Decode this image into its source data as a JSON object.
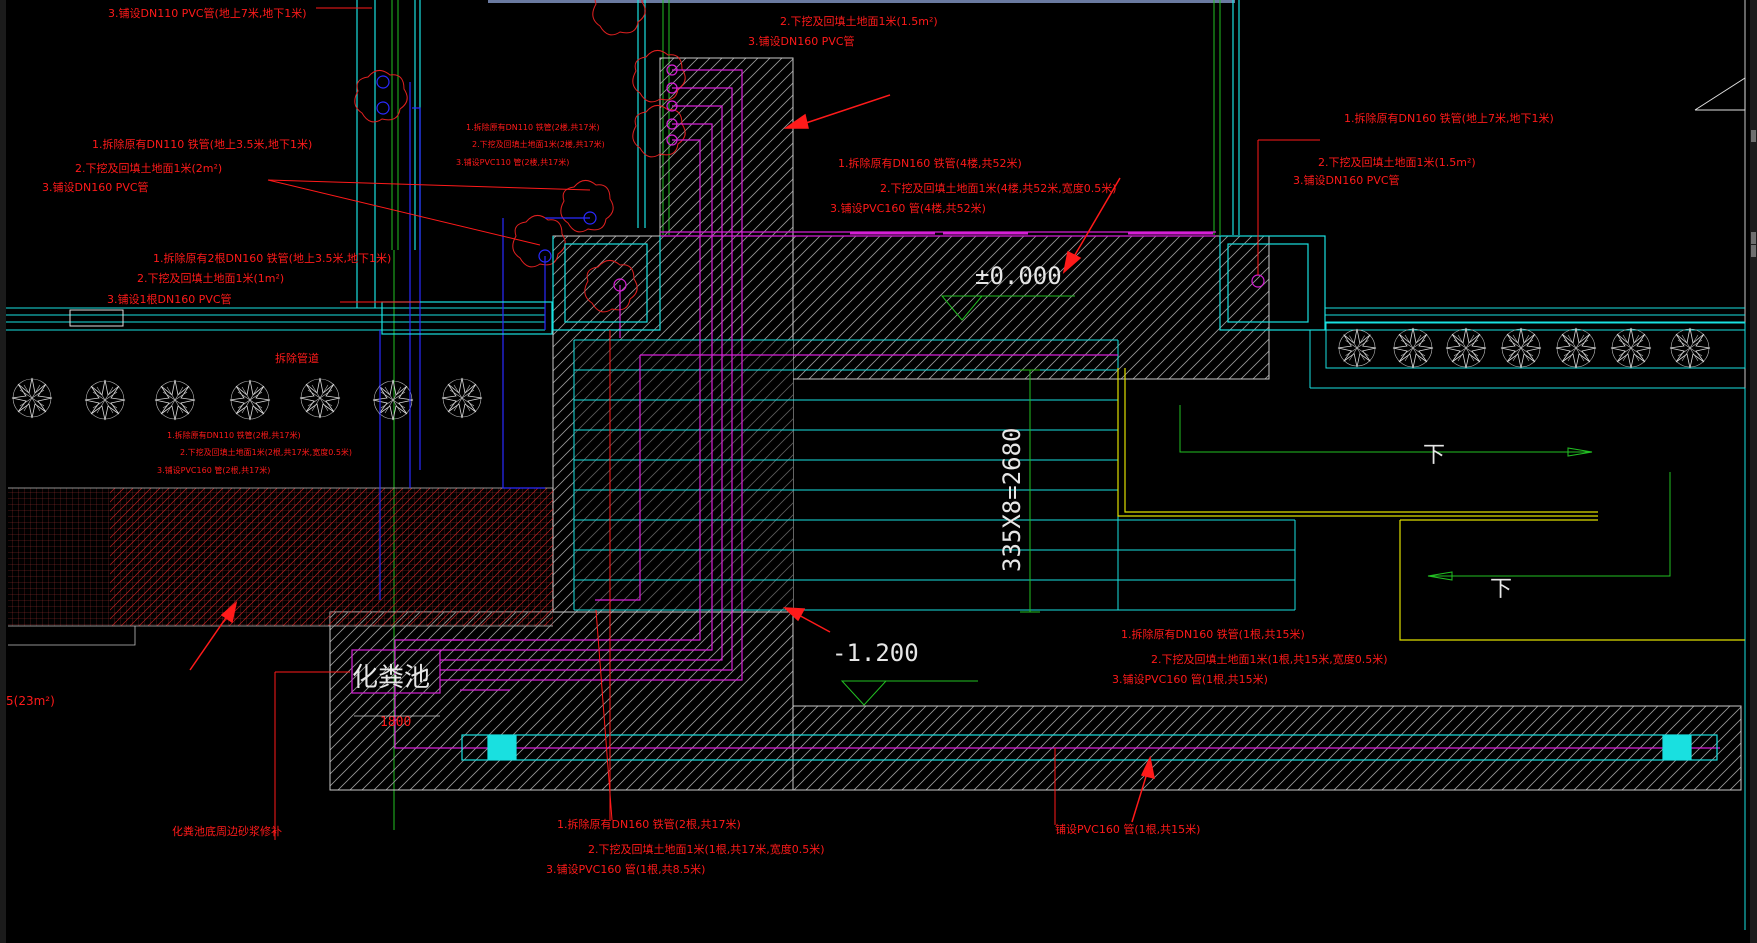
{
  "labels": {
    "top_left_3": "3.铺设DN110 PVC管(地上7米,地下1米)",
    "top_mid_2": "2.下挖及回填土地面1米(1.5m²)",
    "top_mid_3": "3.铺设DN160 PVC管",
    "left_a_1": "1.拆除原有DN110 铁管(地上3.5米,地下1米)",
    "left_a_2": "2.下挖及回填土地面1米(2m²)",
    "left_a_3": "3.铺设DN160 PVC管",
    "small_1": "1.拆除原有DN110 铁管(2楼,共17米)",
    "small_2": "2.下挖及回填土地面1米(2楼,共17米)",
    "small_3": "3.铺设PVC110 管(2楼,共17米)",
    "mid_1": "1.拆除原有DN160 铁管(4楼,共52米)",
    "mid_2": "2.下挖及回填土地面1米(4楼,共52米,宽度0.5米)",
    "mid_3": "3.铺设PVC160 管(4楼,共52米)",
    "left_b_1": "1.拆除原有2根DN160 铁管(地上3.5米,地下1米)",
    "left_b_2": "2.下挖及回填土地面1米(1m²)",
    "left_b_3": "3.铺设1根DN160 PVC管",
    "right_top_1": "1.拆除原有DN160 铁管(地上7米,地下1米)",
    "right_top_2": "2.下挖及回填土地面1米(1.5m²)",
    "right_top_3": "3.铺设DN160 PVC管",
    "cut_note": "拆除管道",
    "planter_1": "1.拆除原有DN110 铁管(2根,共17米)",
    "planter_2": "2.下挖及回填土地面1米(2根,共17米,宽度0.5米)",
    "planter_3": "3.铺设PVC160 管(2根,共17米)",
    "right_mid_1": "1.拆除原有DN160 铁管(1根,共15米)",
    "right_mid_2": "2.下挖及回填土地面1米(1根,共15米,宽度0.5米)",
    "right_mid_3": "3.铺设PVC160 管(1根,共15米)",
    "bottom_1": "1.拆除原有DN160 铁管(2根,共17米)",
    "bottom_2": "2.下挖及回填土地面1米(1根,共17米,宽度0.5米)",
    "bottom_3": "3.铺设PVC160 管(1根,共8.5米)",
    "bottom_right": "铺设PVC160 管(1根,共15米)",
    "septic_note": "化粪池底周边砂浆修补",
    "area_left": "5(23m²)"
  },
  "dims": {
    "elev_top": "±0.000",
    "elev_bottom": "-1.200",
    "stairs": "335X8=2680",
    "septic_width": "1800",
    "septic_tank": "化粪池",
    "down_1": "下",
    "down_2": "下"
  },
  "colors": {
    "background": "#000000",
    "annotation": "#ff1a1a",
    "outline": "#19e0e0",
    "pipe": "#d61fd6",
    "wall": "#c8c8c8",
    "green": "#22c022",
    "yellow": "#e0e000",
    "blue": "#2a2aff"
  }
}
